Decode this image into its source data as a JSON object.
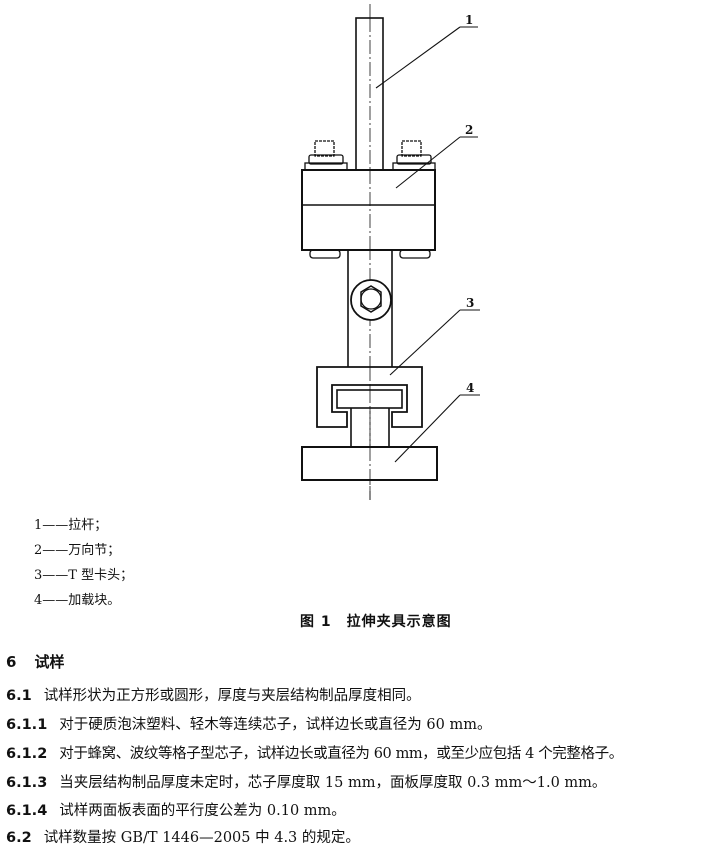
{
  "figure": {
    "callouts": [
      "1",
      "2",
      "3",
      "4"
    ],
    "legend": [
      "1——拉杆；",
      "2——万向节；",
      "3——T 型卡头；",
      "4——加载块。"
    ],
    "caption": "图 1　拉伸夹具示意图"
  },
  "section": {
    "number": "6",
    "title": "试样"
  },
  "clauses": [
    {
      "number": "6.1",
      "text": "试样形状为正方形或圆形，厚度与夹层结构制品厚度相同。"
    },
    {
      "number": "6.1.1",
      "text": "对于硬质泡沫塑料、轻木等连续芯子，试样边长或直径为 60 mm。"
    },
    {
      "number": "6.1.2",
      "text": "对于蜂窝、波纹等格子型芯子，试样边长或直径为 60 mm，或至少应包括 4 个完整格子。"
    },
    {
      "number": "6.1.3",
      "text": "当夹层结构制品厚度未定时，芯子厚度取 15 mm，面板厚度取 0.3 mm～1.0 mm。"
    },
    {
      "number": "6.1.4",
      "text": "试样两面板表面的平行度公差为 0.10 mm。"
    },
    {
      "number": "6.2",
      "text": "试样数量按 GB/T 1446—2005 中 4.3 的规定。"
    }
  ]
}
